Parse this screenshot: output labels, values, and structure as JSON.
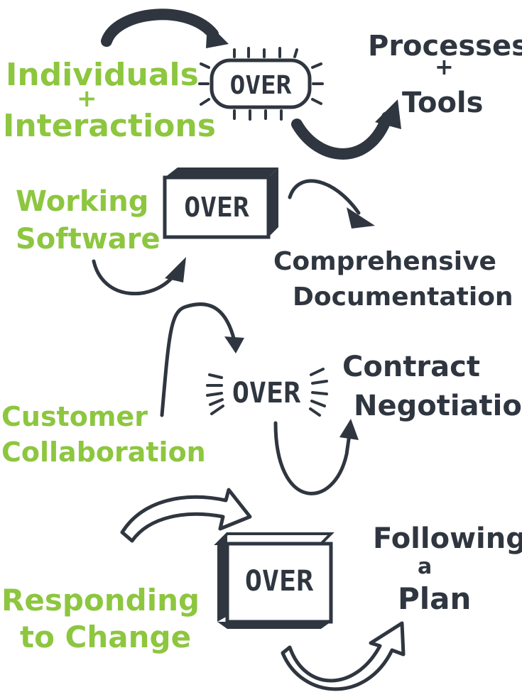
{
  "colors": {
    "value_green": "#8dc63f",
    "ink": "#2f3640"
  },
  "values": [
    {
      "left": [
        "Individuals",
        "+",
        "Interactions"
      ],
      "over": "OVER",
      "right": [
        "Processes",
        "+",
        "Tools"
      ]
    },
    {
      "left": [
        "Working",
        "Software"
      ],
      "over": "OVER",
      "right": [
        "Comprehensive",
        "Documentation"
      ]
    },
    {
      "left": [
        "Customer",
        "Collaboration"
      ],
      "over": "OVER",
      "right": [
        "Contract",
        "Negotiation"
      ]
    },
    {
      "left": [
        "Responding",
        "to Change"
      ],
      "over": "OVER",
      "right": [
        "Following",
        "a",
        "Plan"
      ]
    }
  ]
}
